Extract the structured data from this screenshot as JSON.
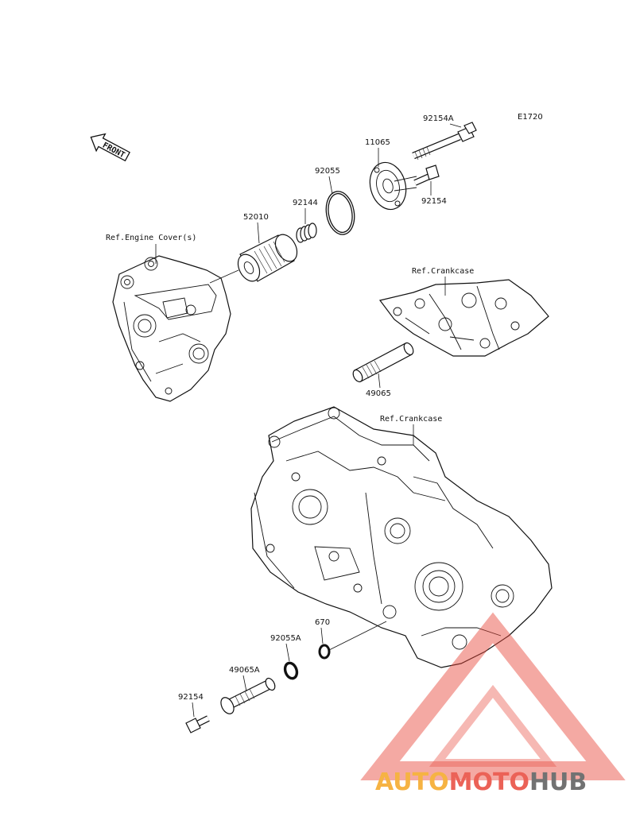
{
  "diagram_code": "E1720",
  "front_label": "FRONT",
  "refs": {
    "engine_cover": "Ref.Engine Cover(s)",
    "crankcase_upper": "Ref.Crankcase",
    "crankcase_lower": "Ref.Crankcase"
  },
  "parts": {
    "bolt_long": "92154A",
    "cover": "11065",
    "oring_large": "92055",
    "bolt_short": "92154",
    "spring": "92144",
    "filter": "52010",
    "strainer": "49065",
    "oring_small": "670",
    "oring_mid": "92055A",
    "strainer_a": "49065A",
    "drain_bolt": "92154"
  },
  "watermark": {
    "part1": "AUTO",
    "part2": "MOTO",
    "part3": "HUB",
    "color_orange": "#f5a623",
    "color_red": "#e8473a",
    "color_gray": "#5a5a5a"
  }
}
